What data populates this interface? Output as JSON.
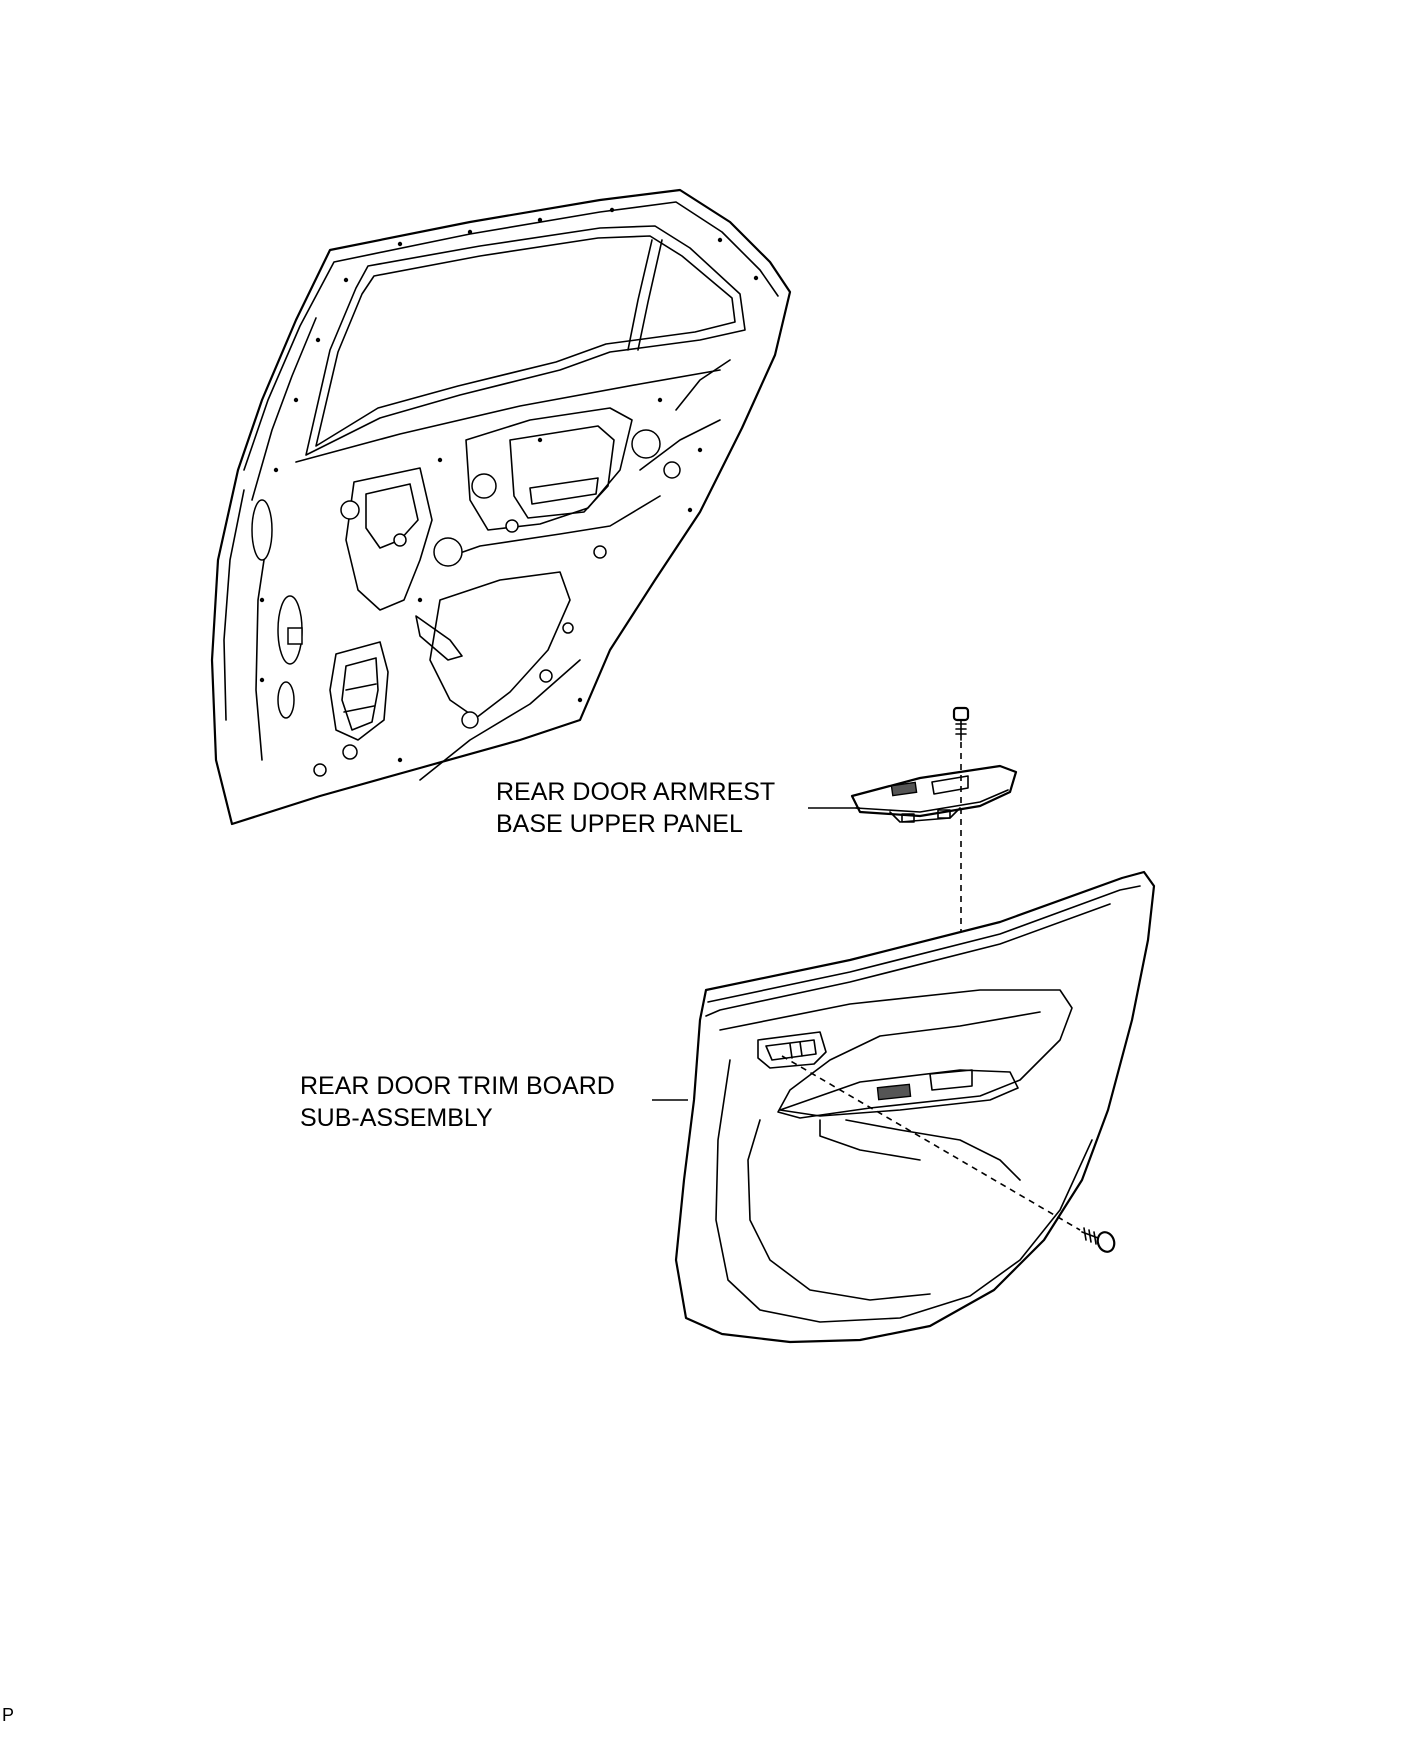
{
  "labels": {
    "armrest_line1": "REAR DOOR ARMREST",
    "armrest_line2": "BASE UPPER PANEL",
    "trim_line1": "REAR DOOR TRIM BOARD",
    "trim_line2": "SUB-ASSEMBLY"
  },
  "corner_code": "P"
}
